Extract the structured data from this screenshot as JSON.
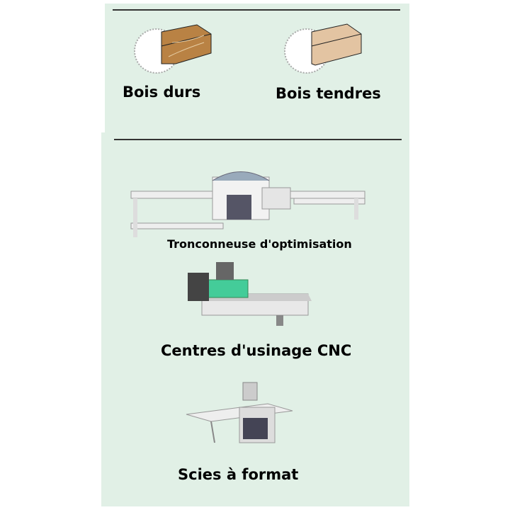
{
  "wood_types": [
    {
      "label": "Bois durs",
      "color": "#b98244"
    },
    {
      "label": "Bois tendres",
      "color": "#e3c4a2"
    }
  ],
  "machines": [
    {
      "label": "Tronconneuse d'optimisation"
    },
    {
      "label": "Centres d'usinage CNC"
    },
    {
      "label": "Scies à format"
    }
  ]
}
